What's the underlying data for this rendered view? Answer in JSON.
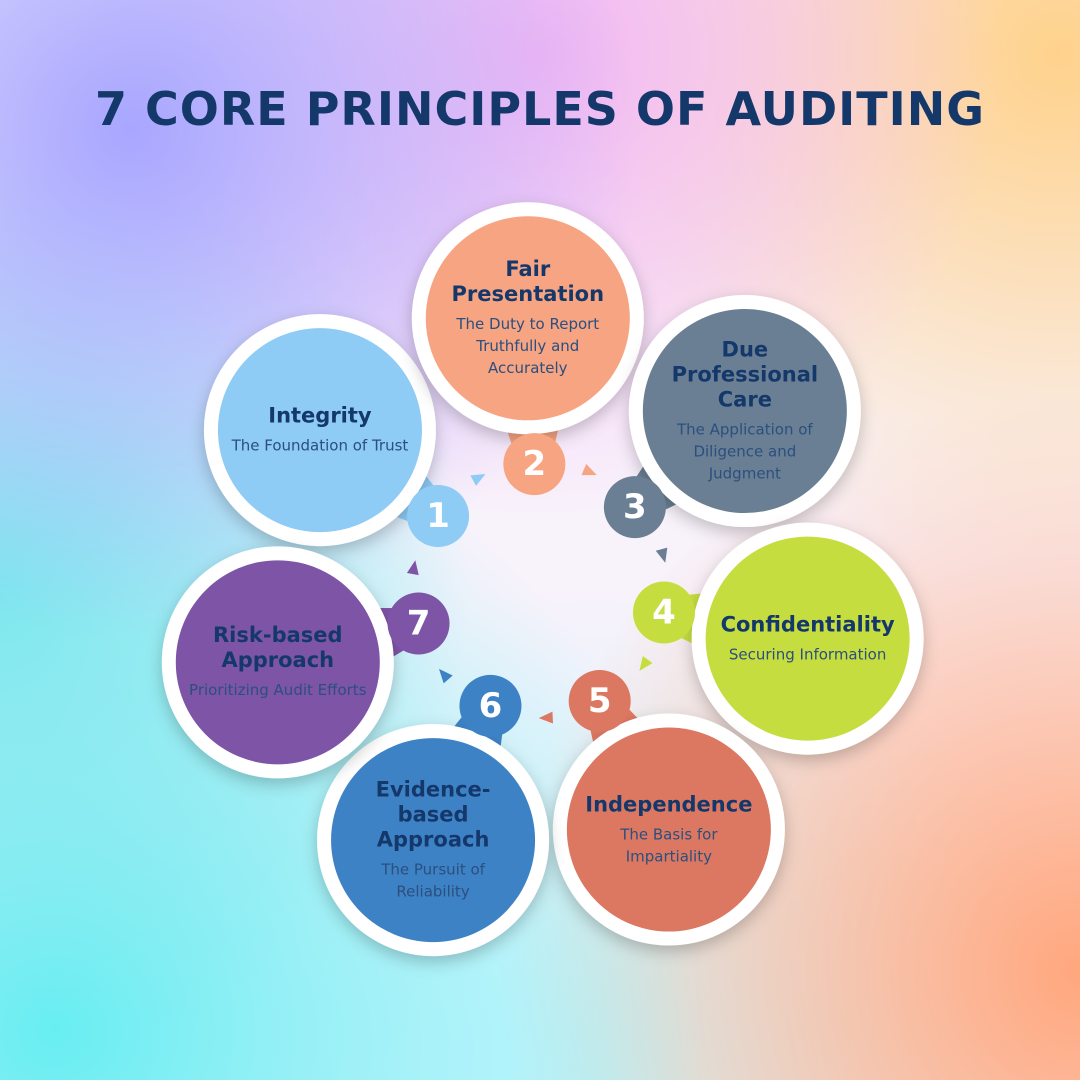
{
  "title": "7 CORE PRINCIPLES OF AUDITING",
  "principles": [
    {
      "number": "1",
      "title": "Integrity",
      "description": "The Foundation of Trust",
      "color": "#8ecbf5"
    },
    {
      "number": "2",
      "title": "Fair Presentation",
      "description": "The Duty to Report Truthfully and Accurately",
      "color": "#f6a481"
    },
    {
      "number": "3",
      "title": "Due Professional Care",
      "description": "The Application of Diligence and Judgment",
      "color": "#6a7f93"
    },
    {
      "number": "4",
      "title": "Confidentiality",
      "description": "Securing Information",
      "color": "#c6dd40"
    },
    {
      "number": "5",
      "title": "Independence",
      "description": "The Basis for Impartiality",
      "color": "#dc7861"
    },
    {
      "number": "6",
      "title": "Evidence-based Approach",
      "description": "The Pursuit of Reliability",
      "color": "#3e82c6"
    },
    {
      "number": "7",
      "title": "Risk-based Approach",
      "description": "Prioritizing Audit Efforts",
      "color": "#7e54a7"
    }
  ]
}
